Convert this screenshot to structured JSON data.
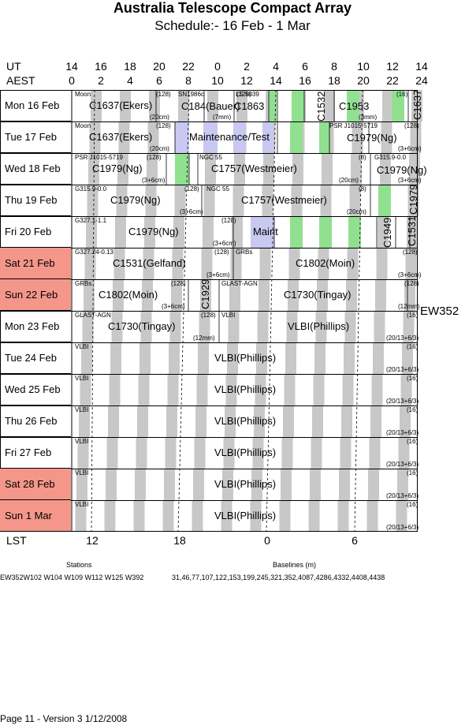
{
  "title": "Australia Telescope Compact Array",
  "subtitle": "Schedule:- 16 Feb - 1  Mar",
  "ut_label": "UT",
  "aest_label": "AEST",
  "ut_hours": [
    "14",
    "16",
    "18",
    "20",
    "22",
    "0",
    "2",
    "4",
    "6",
    "8",
    "10",
    "12",
    "14"
  ],
  "aest_hours": [
    "0",
    "2",
    "4",
    "6",
    "8",
    "10",
    "12",
    "14",
    "16",
    "18",
    "20",
    "22",
    "24"
  ],
  "days": [
    {
      "name": "Mon  16 Feb",
      "weekend": false
    },
    {
      "name": "Tue  17 Feb",
      "weekend": false
    },
    {
      "name": "Wed  18 Feb",
      "weekend": false
    },
    {
      "name": "Thu  19 Feb",
      "weekend": false
    },
    {
      "name": "Fri  20 Feb",
      "weekend": false
    },
    {
      "name": "Sat  21 Feb",
      "weekend": true
    },
    {
      "name": "Sun  22 Feb",
      "weekend": true
    },
    {
      "name": "Mon  23 Feb",
      "weekend": false
    },
    {
      "name": "Tue  24 Feb",
      "weekend": false
    },
    {
      "name": "Wed  25 Feb",
      "weekend": false
    },
    {
      "name": "Thu  26 Feb",
      "weekend": false
    },
    {
      "name": "Fri  27 Feb",
      "weekend": false
    },
    {
      "name": "Sat  28 Feb",
      "weekend": true
    },
    {
      "name": "Sun   1  Mar",
      "weekend": true
    }
  ],
  "config_label": "EW352",
  "lst_label": "LST",
  "lst_ticks": [
    "12",
    "18",
    "0",
    "6"
  ],
  "stations_heading": "Stations",
  "stations": "EW352W102 W104 W109 W112 W125 W392",
  "baselines_heading": "Baselines (m)",
  "baselines": "31,46,77,107,122,153,199,245,321,352,4087,4286,4332,4408,4438",
  "footer": "Page 11 - Version 3  1/12/2008",
  "rows": [
    {
      "small": [
        "Moon",
        "(128)",
        "SN1986c",
        "(128)",
        "LS 5039",
        "(16)"
      ],
      "big": [
        "C1637(Ekers)",
        "C184(Bauer)",
        "C1863",
        "C1953"
      ],
      "vert": [
        "C1532",
        "C1637"
      ],
      "band": [
        "(20cm)",
        "(7mm)",
        "(3mm)"
      ]
    },
    {
      "small": [
        "Moon",
        "(128)",
        "PSR J1015-5719",
        "(128)"
      ],
      "big": [
        "C1637(Ekers)",
        "Maintenance/Test",
        "C1979(Ng)"
      ],
      "vert": [],
      "band": [
        "(20cm)",
        "(3+6cm)"
      ]
    },
    {
      "small": [
        "PSR J1015-5719",
        "(128)",
        "NGC 55",
        "(8)",
        "G315.9-0.0"
      ],
      "big": [
        "C1979(Ng)",
        "C1757(Westmeier)",
        "C1979(Ng)"
      ],
      "vert": [],
      "band": [
        "(3+6cm)",
        "(20cm)",
        "(3+6cm)"
      ]
    },
    {
      "small": [
        "G315.9-0.0",
        "(128)",
        "NGC 55",
        "(8)"
      ],
      "big": [
        "C1979(Ng)",
        "C1757(Westmeier)"
      ],
      "vert": [
        "C1979"
      ],
      "band": [
        "(3+6cm)",
        "(20cm)"
      ]
    },
    {
      "small": [
        "G327.1-1.1",
        "(128)"
      ],
      "big": [
        "C1979(Ng)",
        "Maint"
      ],
      "vert": [
        "C1949",
        "C1531"
      ],
      "band": [
        "(3+6cm)"
      ]
    },
    {
      "small": [
        "G327.24-0.13",
        "(128)",
        "GRBs",
        "(128)"
      ],
      "big": [
        "C1531(Gelfand)",
        "C1802(Moin)"
      ],
      "vert": [],
      "band": [
        "(3+6cm)",
        "(3+6cm)"
      ]
    },
    {
      "small": [
        "GRBs",
        "(128)",
        "GLAST-AGN",
        "(128)"
      ],
      "big": [
        "C1802(Moin)",
        "C1730(Tingay)"
      ],
      "vert": [
        "C1929"
      ],
      "band": [
        "(3+6cm)",
        "(12mm)"
      ]
    },
    {
      "small": [
        "GLAST-AGN",
        "(128)",
        "VLBI",
        "(16)"
      ],
      "big": [
        "C1730(Tingay)",
        "VLBI(Phillips)"
      ],
      "vert": [],
      "band": [
        "(12mm)",
        "(20/13+6/3)"
      ]
    },
    {
      "small": [
        "VLBI",
        "(16)"
      ],
      "big": [
        "VLBI(Phillips)"
      ],
      "vert": [],
      "band": [
        "(20/13+6/3)"
      ]
    },
    {
      "small": [
        "VLBI",
        "(16)"
      ],
      "big": [
        "VLBI(Phillips)"
      ],
      "vert": [],
      "band": [
        "(20/13+6/3)"
      ]
    },
    {
      "small": [
        "VLBI",
        "(16)"
      ],
      "big": [
        "VLBI(Phillips)"
      ],
      "vert": [],
      "band": [
        "(20/13+6/3)"
      ]
    },
    {
      "small": [
        "VLBI",
        "(16)"
      ],
      "big": [
        "VLBI(Phillips)"
      ],
      "vert": [],
      "band": [
        "(20/13+6/3)"
      ]
    },
    {
      "small": [
        "VLBI",
        "(16)"
      ],
      "big": [
        "VLBI(Phillips)"
      ],
      "vert": [],
      "band": [
        "(20/13+6/3)"
      ]
    },
    {
      "small": [
        "VLBI",
        "(16)"
      ],
      "big": [
        "VLBI(Phillips)"
      ],
      "vert": [],
      "band": [
        "(20/13+6/3)"
      ]
    }
  ]
}
